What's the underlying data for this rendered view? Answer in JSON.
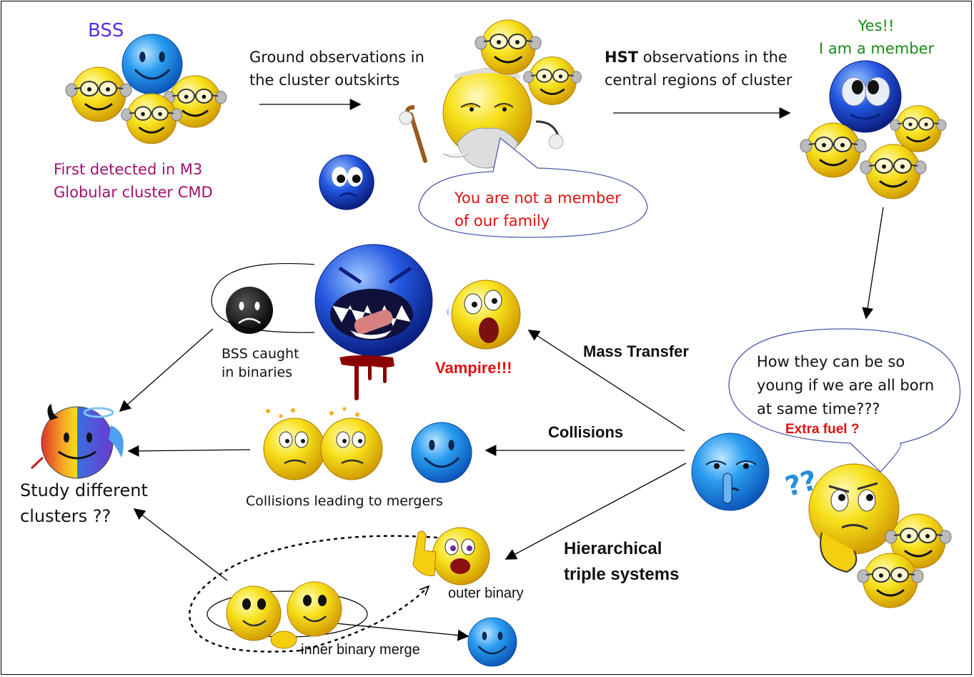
{
  "labels": {
    "bss": "BSS",
    "first_detected_1": "First detected in M3",
    "first_detected_2": "Globular cluster CMD",
    "ground_1": "Ground observations in",
    "ground_2": "the cluster outskirts",
    "hst_bold": "HST",
    "hst_rest": " observations in the",
    "hst_2": "central regions of cluster",
    "yes_1": "Yes!!",
    "yes_2": "I am a member",
    "not_member_1": "You are not a member",
    "not_member_2": "of our family",
    "how_young_1": "How they can be so",
    "how_young_2": "young if we are all born",
    "how_young_3": "at same time???",
    "extra_fuel": "Extra fuel ?",
    "mass_transfer": "Mass Transfer",
    "vampire": "Vampire!!!",
    "bss_caught_1": "BSS caught",
    "bss_caught_2": "in binaries",
    "collisions": "Collisions",
    "collisions_mergers": "Collisions leading to mergers",
    "study_1": "Study different",
    "study_2": "clusters ??",
    "hierarchical_1": "Hierarchical",
    "hierarchical_2": "triple systems",
    "outer_binary": "outer binary",
    "inner_binary": "inner binary merge"
  },
  "colors": {
    "bss_label": "#5b2ee8",
    "first_detected": "#a0106e",
    "member": "#1b8a1b",
    "not_member": "#e01010",
    "extra_fuel": "#e01010",
    "vampire": "#e01010",
    "bubble_stroke": "#4a5aa8",
    "smiley_yellow": "#f7e11c",
    "smiley_blue": "#1f8fe6"
  },
  "icons": [
    "smiley-icon",
    "glasses-smiley-icon",
    "old-man-smiley-icon",
    "vampire-icon",
    "devil-angel-icon",
    "thinking-smiley-icon"
  ]
}
